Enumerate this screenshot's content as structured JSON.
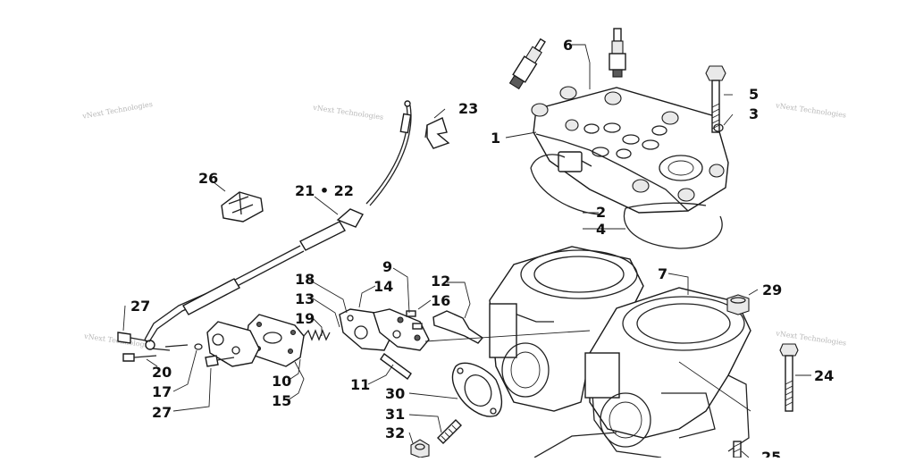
{
  "watermark": "vNext Technologies",
  "callouts": {
    "c1": "1",
    "c2": "2",
    "c3": "3",
    "c4": "4",
    "c5": "5",
    "c6": "6",
    "c7": "7",
    "c9": "9",
    "c10": "10",
    "c11": "11",
    "c12": "12",
    "c13": "13",
    "c14": "14",
    "c15": "15",
    "c16": "16",
    "c17": "17",
    "c18": "18",
    "c19": "19",
    "c20": "20",
    "c2122": "21 • 22",
    "c23": "23",
    "c24": "24",
    "c25": "25",
    "c26": "26",
    "c27a": "27",
    "c27b": "27",
    "c29": "29",
    "c30": "30",
    "c31": "31",
    "c32": "32"
  },
  "colors": {
    "ink": "#1a1a1a",
    "watermark": "#b8b8b8",
    "background": "#ffffff"
  }
}
